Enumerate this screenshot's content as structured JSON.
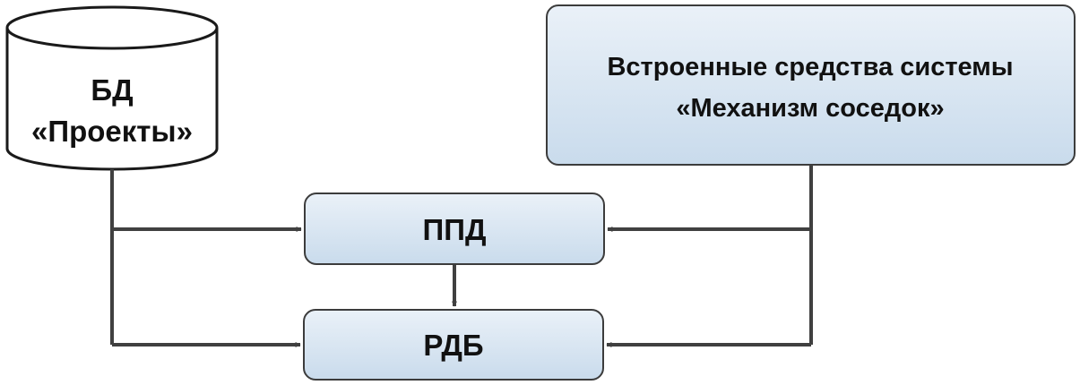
{
  "nodes": {
    "database": {
      "line1": "БД",
      "line2": "«Проекты»"
    },
    "system_tools": {
      "line1": "Встроенные средства системы",
      "line2": "«Механизм соседок»"
    },
    "ppd": {
      "label": "ППД"
    },
    "rdb": {
      "label": "РДБ"
    }
  },
  "colors": {
    "stroke": "#404040",
    "box_fill_top": "#eaf1f8",
    "box_fill_bottom": "#c9dbec",
    "box_border": "#3c3c3c",
    "text": "#111111"
  }
}
